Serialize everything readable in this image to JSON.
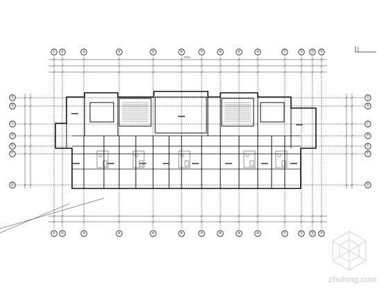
{
  "drawing": {
    "type": "architectural floor plan",
    "top_axes": [
      "①",
      "②",
      "③",
      "④",
      "⑤",
      "⑥",
      "⑦",
      "⑧",
      "⑨",
      "⑩",
      "⑪",
      "⑫",
      "⑬",
      "⑭"
    ],
    "bottom_axes": [
      "①",
      "②",
      "③",
      "④",
      "⑤",
      "⑥",
      "⑦",
      "⑧",
      "⑨",
      "⑩",
      "⑪",
      "⑫",
      "⑬",
      "⑭"
    ],
    "left_axes": [
      "Ⓐ",
      "Ⓑ",
      "Ⓒ",
      "Ⓓ",
      "Ⓔ",
      "Ⓕ",
      "Ⓖ"
    ],
    "right_axes": [
      "Ⓐ",
      "Ⓑ",
      "Ⓒ",
      "Ⓓ",
      "Ⓔ",
      "Ⓕ",
      "Ⓖ"
    ],
    "overall_dimension": "39700",
    "colors": {
      "line": "#111111",
      "background": "#ffffff",
      "watermark": "#c8c8c8"
    }
  },
  "watermark": {
    "text": "zhulong.com",
    "icon": "zhulong-logo-icon"
  }
}
